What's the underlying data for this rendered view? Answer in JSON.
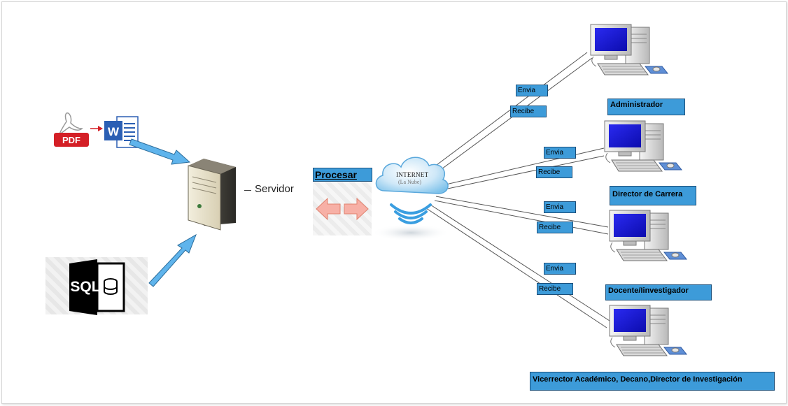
{
  "server": {
    "label": "Servidor"
  },
  "process": {
    "label": "Procesar"
  },
  "internet": {
    "title": "INTERNET",
    "subtitle": "(La Nube)"
  },
  "file_icons": {
    "pdf_text": "PDF",
    "word_letter": "W",
    "sql_text": "SQL"
  },
  "clients": [
    {
      "role": "Administrador",
      "send": "Envia",
      "receive": "Recibe"
    },
    {
      "role": "Director de Carrera",
      "send": "Envia",
      "receive": "Recibe"
    },
    {
      "role": "Docente/Iinvestigador",
      "send": "Envia",
      "receive": "Recibe"
    },
    {
      "role": "Vicerrector Académico, Decano,Director de Investigación",
      "send": "Envia",
      "receive": "Recibe"
    }
  ],
  "colors": {
    "label_bg": "#3d9bd9",
    "arrow": "#5fb4ec",
    "pdf_red": "#d41f26",
    "word_blue": "#2b5fb4",
    "monitor_screen": "#1c1cd9"
  }
}
